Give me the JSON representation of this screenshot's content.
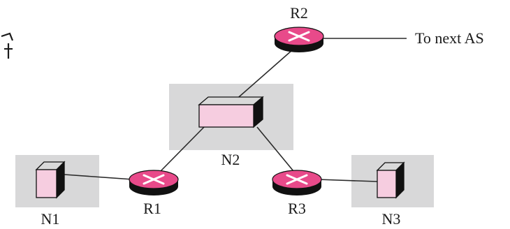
{
  "nodes": {
    "r1": {
      "label": "R1"
    },
    "r2": {
      "label": "R2"
    },
    "r3": {
      "label": "R3"
    },
    "n1": {
      "label": "N1"
    },
    "n2": {
      "label": "N2"
    },
    "n3": {
      "label": "N3"
    }
  },
  "external_link": {
    "label": "To next AS"
  },
  "colors": {
    "router": "#e84a8a",
    "device_face": "#f6cde0",
    "network_box": "#d8d8d9"
  },
  "icons": {
    "router": "router-icon",
    "device": "network-device-icon"
  }
}
